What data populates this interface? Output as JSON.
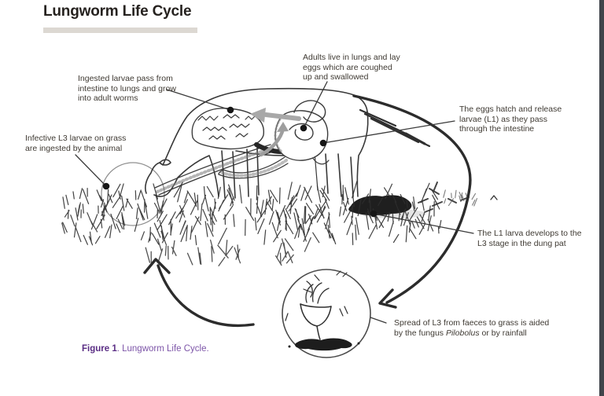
{
  "page": {
    "title": "Lungworm Life Cycle"
  },
  "figure": {
    "caption_label": "Figure 1",
    "caption_text": ". Lungworm Life Cycle."
  },
  "annotations": {
    "adults": "Adults live in lungs and lay\neggs which are coughed\nup and swallowed",
    "ingested": "Ingested larvae pass from\nintestine to lungs and grow\ninto adult worms",
    "infective": "Infective L3 larvae on grass\nare ingested by the animal",
    "eggs_hatch": "The eggs hatch and release\nlarvae (L1) as they pass\nthrough the intestine",
    "l1_larva": "The L1 larva develops to the\nL3 stage in the dung pat",
    "spread_line1": "Spread of L3 from faeces to grass is aided",
    "spread_line2_pre": "by the fungus ",
    "spread_line2_italic": "Pilobolus",
    "spread_line2_post": " or by rainfall"
  },
  "icons": {
    "cycle_arrow_left": "hand-drawn curved arrow (counter-clockwise, lower left)",
    "cycle_arrow_right": "hand-drawn curved arrow (down to fungus, right side)",
    "callout_dot": "filled black circle marker",
    "magnifier_circle": "thin circle highlighting larvae on grass",
    "fungus_inset_circle": "circle inset showing Pilobolus fungus on dung"
  },
  "colors": {
    "ink": "#3f3a33",
    "line_art": "#2d2d2d",
    "title_rule": "#dcd8d2",
    "caption_purple_bold": "#5a2d84",
    "caption_purple": "#7d55a8",
    "right_edge_bar": "#40444a",
    "internal_arrow_gray": "#a8a8a8"
  }
}
